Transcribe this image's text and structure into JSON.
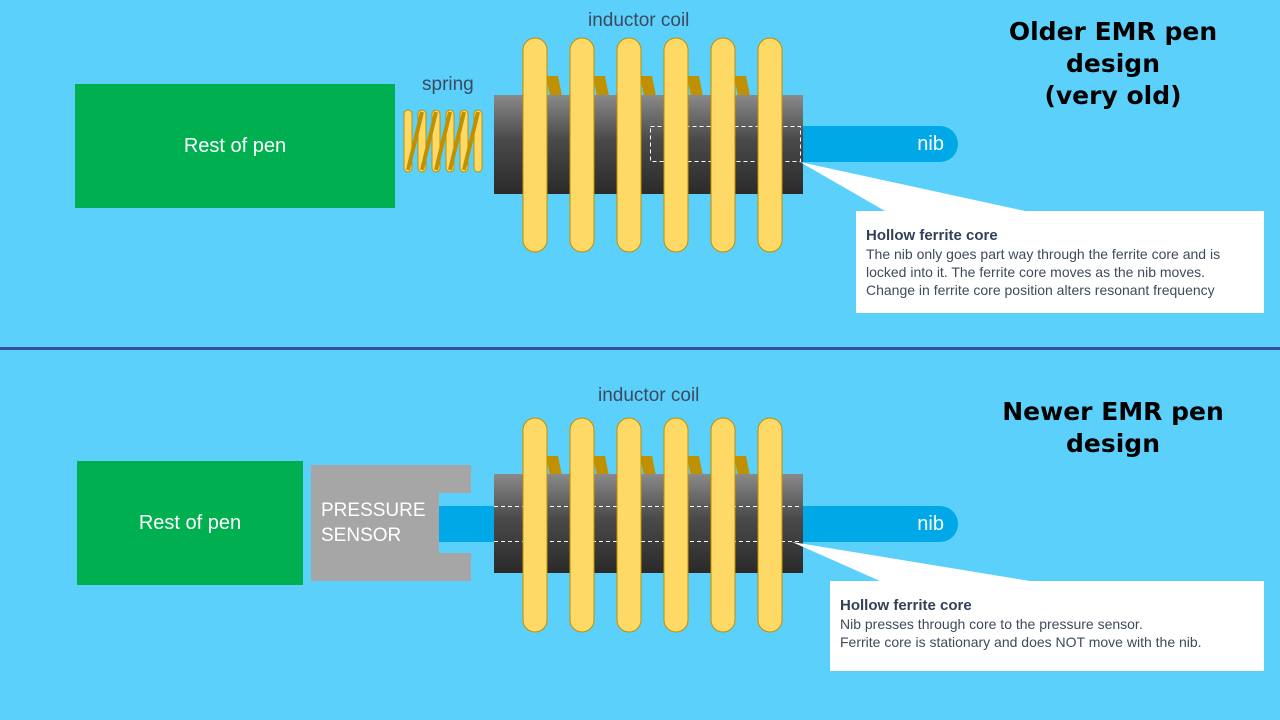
{
  "old": {
    "title_line1": "Older EMR pen design",
    "title_line2": "(very old)",
    "rest_label": "Rest of pen",
    "spring_label": "spring",
    "coil_label": "inductor coil",
    "nib_label": "nib",
    "callout_heading": "Hollow ferrite core",
    "callout_lines": [
      "The nib only goes part way through the ferrite core and is",
      "locked into it. The ferrite core moves as the nib moves.",
      "Change in ferrite core position alters resonant frequency"
    ]
  },
  "new": {
    "title_line1": "Newer EMR pen",
    "title_line2": "design",
    "rest_label": "Rest of pen",
    "pressure_line1": "PRESSURE",
    "pressure_line2": "SENSOR",
    "coil_label": "inductor coil",
    "nib_label": "nib",
    "callout_heading": "Hollow ferrite core",
    "callout_lines": [
      "Nib presses through core to the pressure sensor.",
      "Ferrite core is stationary and does NOT move with the nib."
    ]
  },
  "colors": {
    "background": "#5bd0fb",
    "divider": "#3a4fa0",
    "rest_of_pen": "#00b050",
    "nib": "#00a8e8",
    "coil": "#ffd966",
    "coil_back": "#bf9000",
    "pressure_sensor": "#a6a6a6",
    "core": "#404040"
  }
}
